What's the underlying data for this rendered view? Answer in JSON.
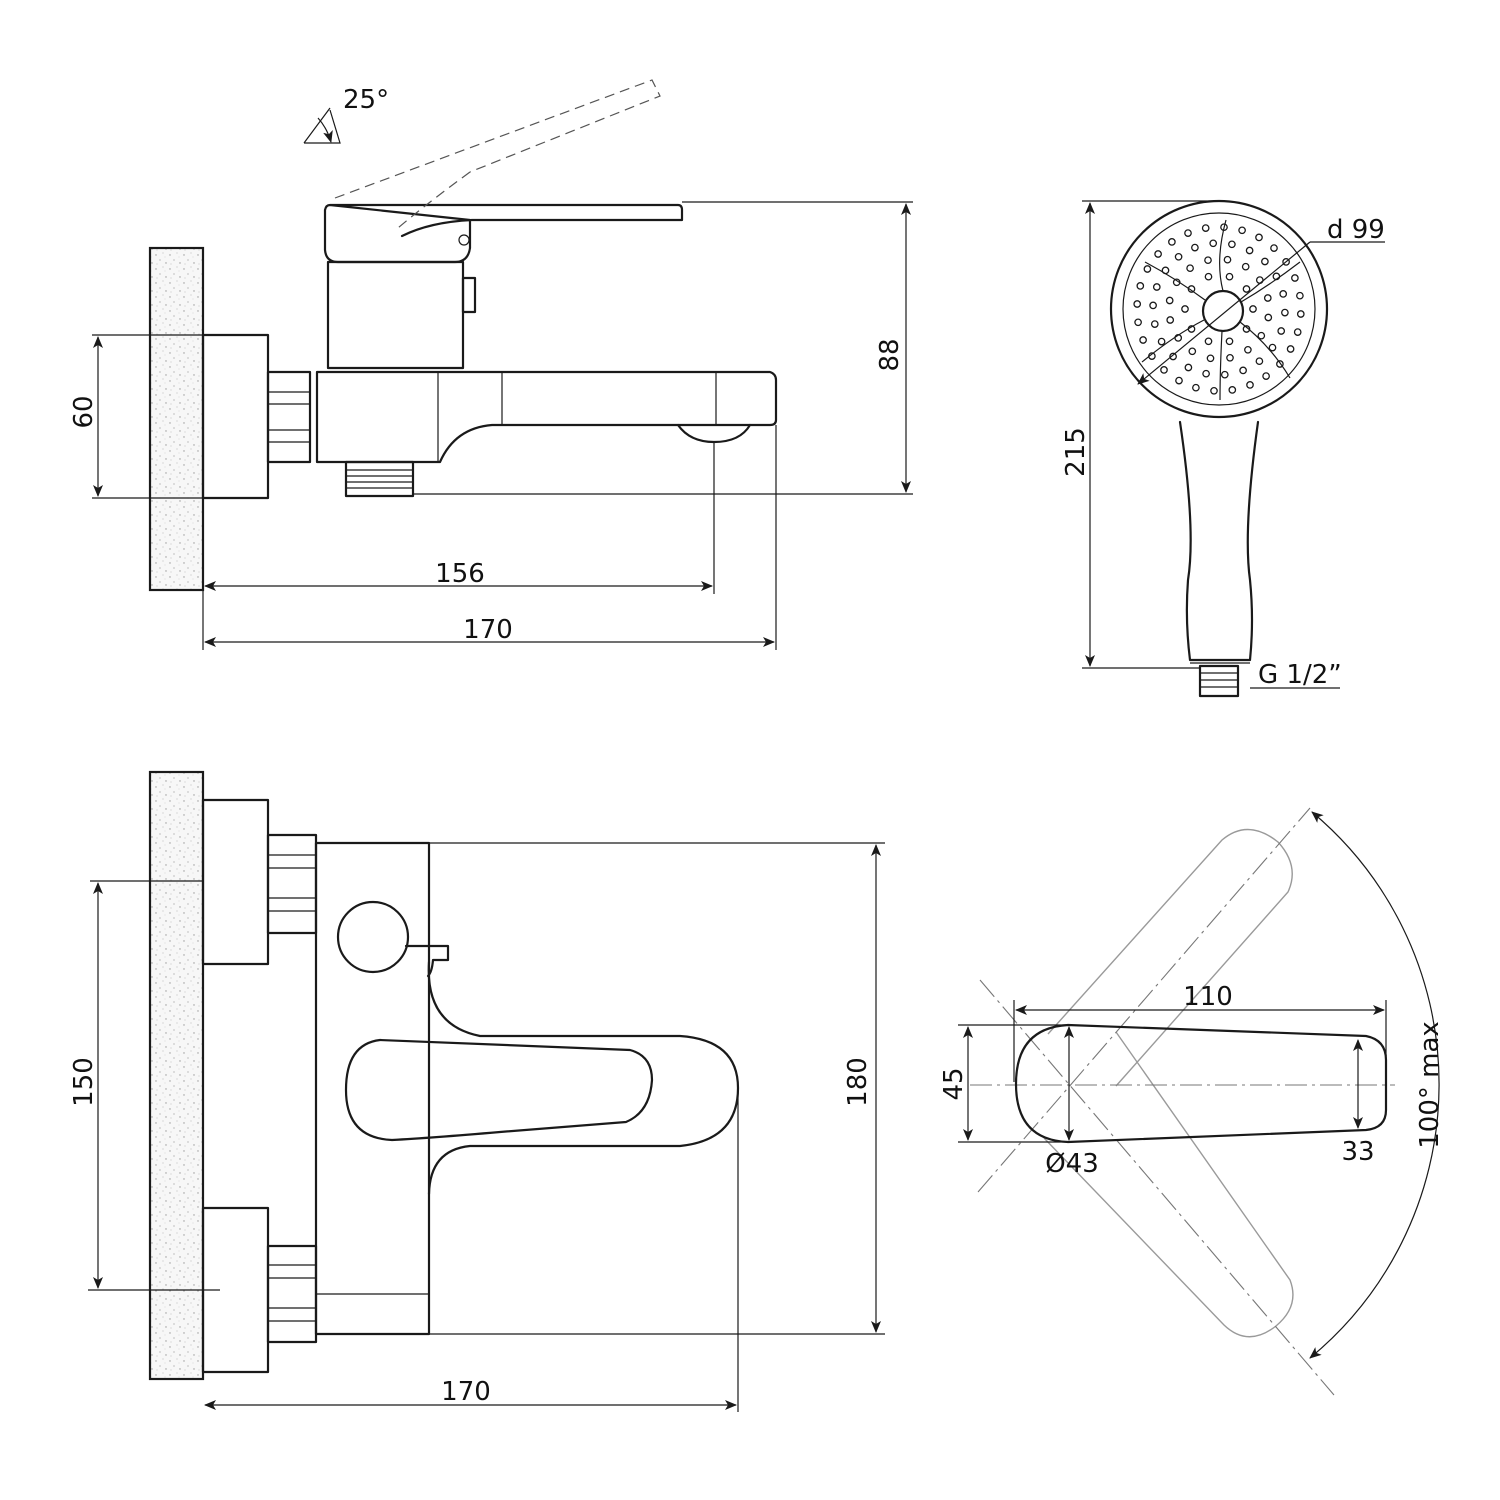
{
  "dimensions": {
    "side_angle": "25°",
    "side_height_60": "60",
    "side_height_88": "88",
    "side_length_156": "156",
    "side_length_170": "170",
    "shower_diameter": "d 99",
    "shower_length": "215",
    "shower_thread": "G 1/2”",
    "front_spacing_150": "150",
    "front_height_180": "180",
    "front_length_170": "170",
    "lever_length_110": "110",
    "lever_width_45": "45",
    "lever_diameter": "Ø43",
    "lever_tip_33": "33",
    "lever_rotation": "100° max"
  },
  "colors": {
    "line": "#1a1a1a",
    "background": "#ffffff"
  }
}
